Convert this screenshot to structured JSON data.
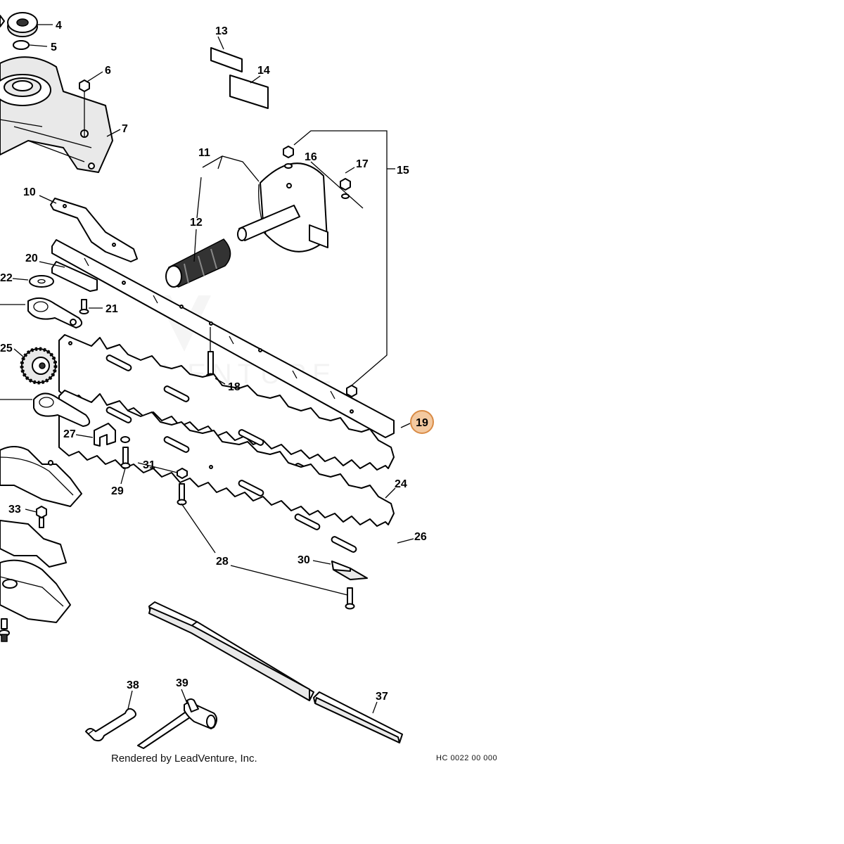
{
  "diagram": {
    "watermark": "LEADVENTURE",
    "credit": "Rendered by LeadVenture, Inc.",
    "drawing_code": "HC 0022 00 000",
    "highlighted_callout": "19",
    "highlight_color": "#f3c9a0",
    "callouts": [
      "4",
      "5",
      "6",
      "7",
      "10",
      "11",
      "12",
      "13",
      "14",
      "15",
      "16",
      "17",
      "18",
      "19",
      "20",
      "21",
      "22",
      "24",
      "25",
      "26",
      "27",
      "28",
      "29",
      "30",
      "31",
      "33",
      "37",
      "38",
      "39"
    ]
  }
}
